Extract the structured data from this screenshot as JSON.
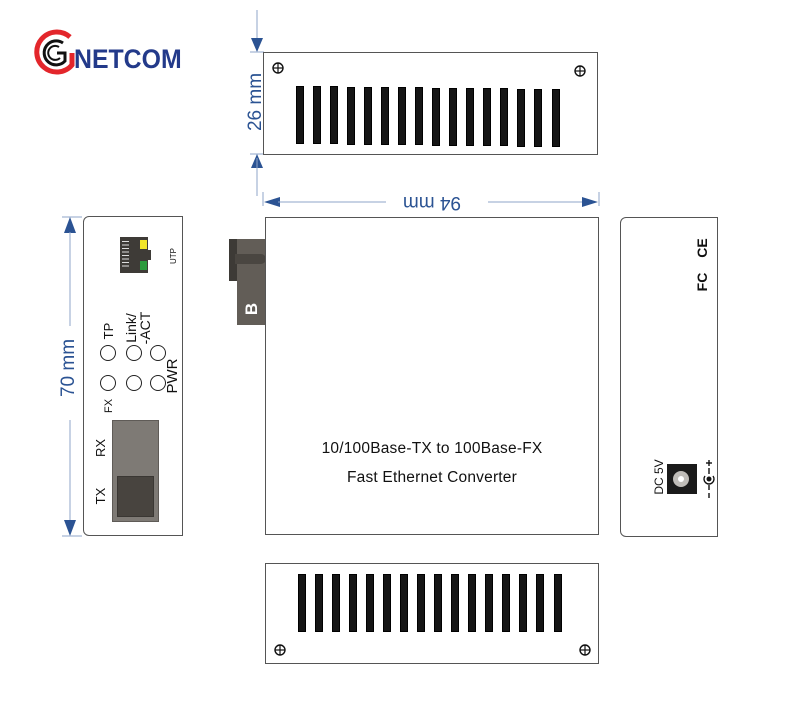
{
  "logo": {
    "brand": "NETCOM",
    "mark": "G",
    "colors": {
      "red": "#e3262b",
      "black": "#111111",
      "blue": "#233a8a"
    }
  },
  "dimensions": {
    "height": "26 mm",
    "width": "94 mm",
    "depth": "70 mm",
    "color": "#2b5393"
  },
  "top_view": {
    "vent_slot_count": 16,
    "screw_count": 2
  },
  "front_panel": {
    "port_label": "UTP",
    "led_labels": {
      "tp": "TP",
      "link_act_line1": "Link/",
      "link_act_line2": "-ACT",
      "pwr": "PWR",
      "fx": "FX"
    },
    "fiber_labels": {
      "rx": "RX",
      "tx": "TX"
    }
  },
  "main_view": {
    "connector_label": "B",
    "title_line1": "10/100Base-TX to 100Base-FX",
    "title_line2": "Fast Ethernet Converter"
  },
  "rear_panel": {
    "certifications": [
      "CE",
      "FC"
    ],
    "power_label": "DC 5V",
    "polarity_plus": "+",
    "polarity_minus": "-"
  },
  "bottom_view": {
    "vent_slot_count": 16,
    "screw_count": 2
  }
}
